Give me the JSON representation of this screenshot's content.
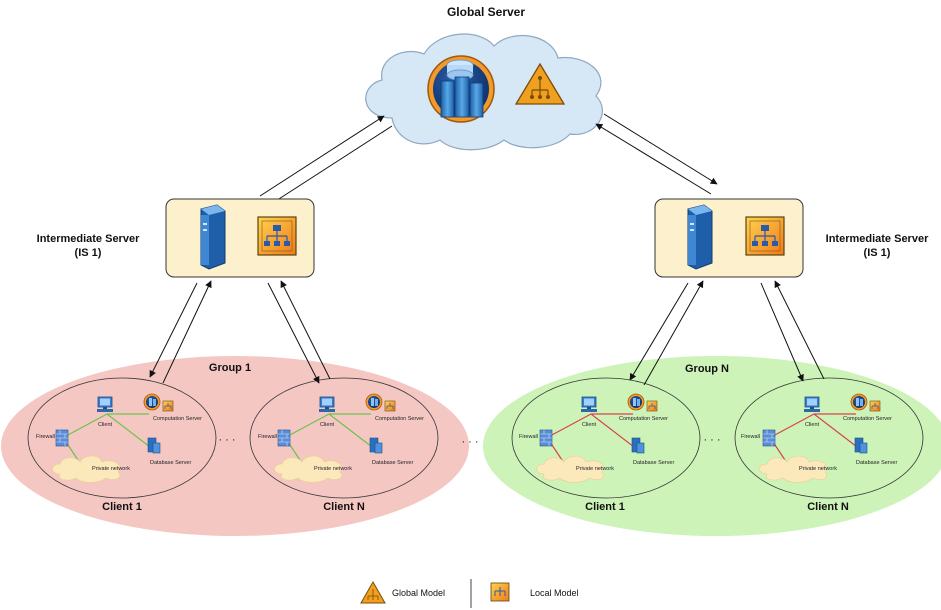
{
  "global_server": {
    "title": "Global Server"
  },
  "intermediate_servers": [
    {
      "title": "Intermediate Server",
      "sub": "(IS 1)"
    },
    {
      "title": "Intermediate Server",
      "sub": "(IS 1)"
    }
  ],
  "groups": [
    {
      "title": "Group 1",
      "color": "#f4c7c3",
      "link_color": "#6dc24b",
      "clients": [
        {
          "title": "Client 1",
          "firewall": "Firewall",
          "client": "Client",
          "computation": "Computation Server",
          "database": "Database Server",
          "network": "Private network"
        },
        {
          "title": "Client N",
          "firewall": "Firewall",
          "client": "Client",
          "computation": "Computation Server",
          "database": "Database Server",
          "network": "Private network"
        }
      ],
      "ellipsis": "· · ·"
    },
    {
      "title": "Group N",
      "color": "#cdf3b8",
      "link_color": "#d9434e",
      "clients": [
        {
          "title": "Client 1",
          "firewall": "Firewall",
          "client": "Client",
          "computation": "Computation Server",
          "database": "Database Server",
          "network": "Private network"
        },
        {
          "title": "Client N",
          "firewall": "Firewall",
          "client": "Client",
          "computation": "Computation Server",
          "database": "Database Server",
          "network": "Private network"
        }
      ],
      "ellipsis": "· · ·"
    }
  ],
  "between_groups_ellipsis": "· · ·",
  "legend": {
    "global_model": "Global Model",
    "local_model": "Local Model"
  },
  "colors": {
    "cloud": "#d6e7f6",
    "server_box": "#fdf0cc",
    "global_model_icon": "#f0a020",
    "local_model_icon": "#f6a623"
  },
  "icons": [
    "cloud-icon",
    "server-icon",
    "global-model-icon",
    "local-model-icon",
    "client-computer-icon",
    "firewall-icon",
    "database-server-icon",
    "computation-server-icon",
    "private-network-cloud-icon"
  ]
}
